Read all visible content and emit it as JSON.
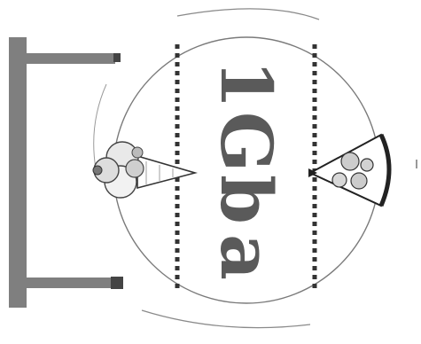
{
  "worksheet": {
    "word_parts": [
      "1",
      "G",
      "b",
      "a"
    ],
    "line_color": "#555555",
    "circle_color": "#7a7a7a",
    "bracket_color": "#7f7f7f",
    "paper_color": "#ffffff",
    "letter_color": "#5a5a5a",
    "left_picture": "ice-cream-cone",
    "right_picture": "pizza-slice",
    "dotted_guides": 2
  }
}
